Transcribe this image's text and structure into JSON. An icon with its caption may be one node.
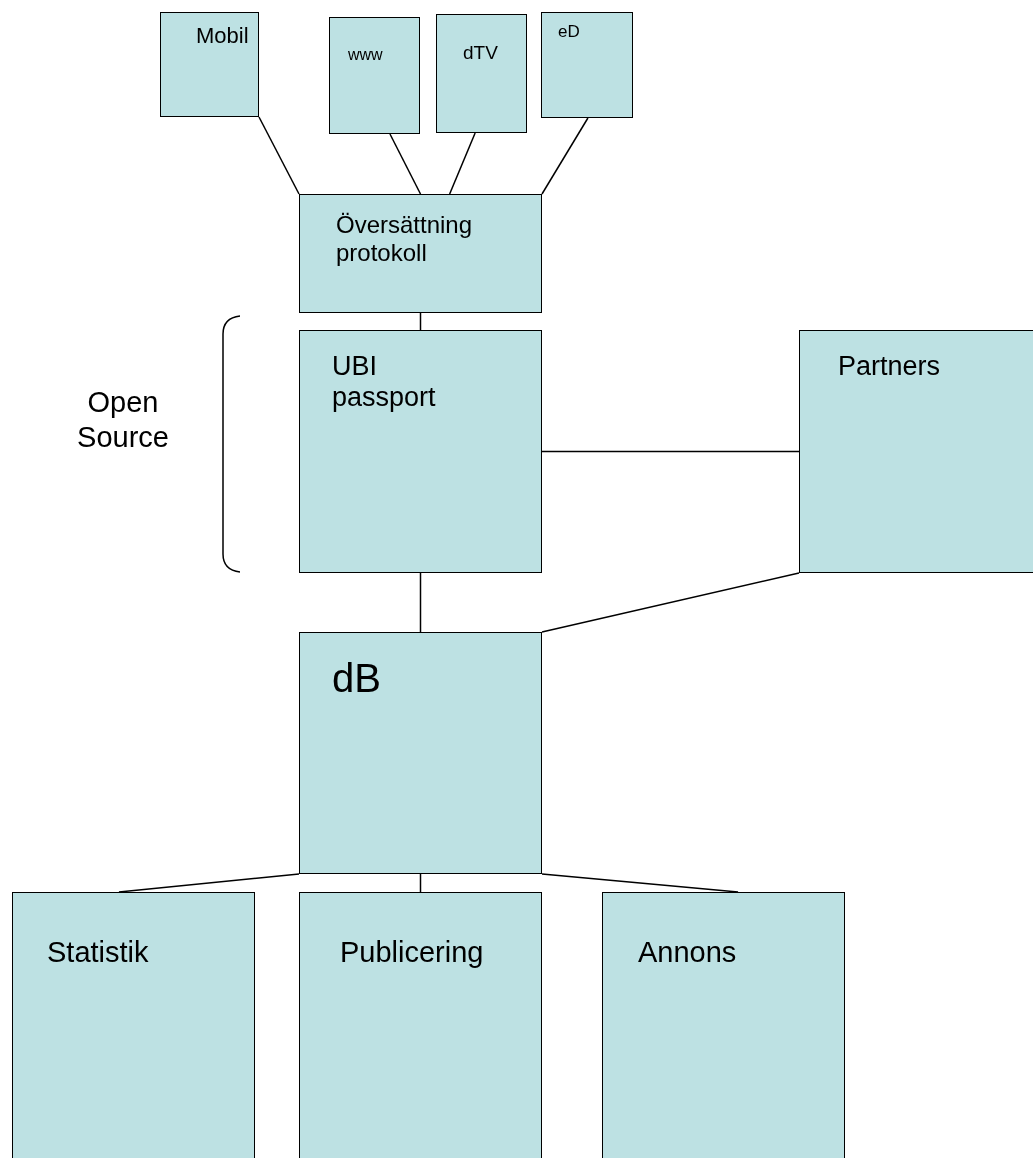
{
  "diagram": {
    "nodes": [
      {
        "text": [
          "Mobil"
        ]
      },
      {
        "text": [
          "www"
        ]
      },
      {
        "text": [
          "dTV"
        ]
      },
      {
        "text": [
          "eD"
        ]
      },
      {
        "text": [
          "Översättning protokoll"
        ]
      },
      {
        "text": [
          "UBI passport"
        ]
      },
      {
        "text": [
          "Partners"
        ]
      },
      {
        "text": [
          "dB"
        ]
      },
      {
        "text": [
          "Statistik"
        ]
      },
      {
        "text": [
          "Publicering"
        ]
      },
      {
        "text": [
          "Annons"
        ]
      }
    ],
    "edges": [
      {
        "from": 0,
        "to": 4,
        "arrow": "none"
      },
      {
        "from": 1,
        "to": 4,
        "arrow": "none"
      },
      {
        "from": 2,
        "to": 4,
        "arrow": "none"
      },
      {
        "from": 3,
        "to": 4,
        "arrow": "none"
      },
      {
        "from": 4,
        "to": 5,
        "arrow": "none"
      },
      {
        "from": 5,
        "to": 6,
        "arrow": "none"
      },
      {
        "from": 5,
        "to": 7,
        "arrow": "none"
      },
      {
        "from": 6,
        "to": 7,
        "arrow": "none"
      },
      {
        "from": 7,
        "to": 8,
        "arrow": "none"
      },
      {
        "from": 7,
        "to": 9,
        "arrow": "none"
      },
      {
        "from": 7,
        "to": 10,
        "arrow": "none"
      }
    ],
    "labels": [
      "Open Source"
    ]
  }
}
